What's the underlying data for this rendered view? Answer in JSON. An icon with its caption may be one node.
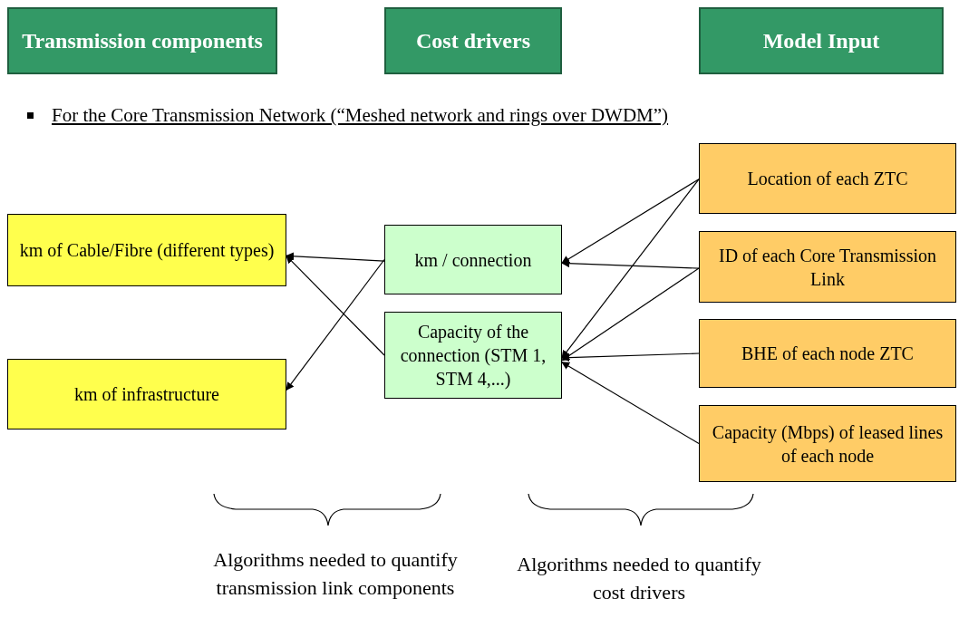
{
  "diagram": {
    "nodes": [
      {
        "text": [
          "Transmission components"
        ]
      },
      {
        "text": [
          "Cost drivers"
        ]
      },
      {
        "text": [
          "Model Input"
        ]
      },
      {
        "text": [
          "km of Cable/Fibre (different types)"
        ]
      },
      {
        "text": [
          "km of infrastructure"
        ]
      },
      {
        "text": [
          "km / connection"
        ]
      },
      {
        "text": [
          "Capacity of the connection (STM 1, STM 4,...)"
        ]
      },
      {
        "text": [
          "Location of each ZTC"
        ]
      },
      {
        "text": [
          "ID of each Core Transmission Link"
        ]
      },
      {
        "text": [
          "BHE of each node ZTC"
        ]
      },
      {
        "text": [
          "Capacity (Mbps) of leased lines of each node"
        ]
      }
    ],
    "edges": [
      {
        "from": 5,
        "to": 3,
        "arrow": "to"
      },
      {
        "from": 6,
        "to": 3,
        "arrow": "to"
      },
      {
        "from": 5,
        "to": 4,
        "arrow": "to"
      },
      {
        "from": 7,
        "to": 5,
        "arrow": "to"
      },
      {
        "from": 7,
        "to": 6,
        "arrow": "to"
      },
      {
        "from": 8,
        "to": 5,
        "arrow": "to"
      },
      {
        "from": 8,
        "to": 6,
        "arrow": "to"
      },
      {
        "from": 9,
        "to": 6,
        "arrow": "to"
      },
      {
        "from": 10,
        "to": 6,
        "arrow": "to"
      }
    ],
    "labels": [
      "For the Core Transmission Network (“Meshed network and rings over DWDM”)",
      "Algorithms needed to quantify transmission link components",
      "Algorithms needed to quantify cost drivers"
    ]
  }
}
